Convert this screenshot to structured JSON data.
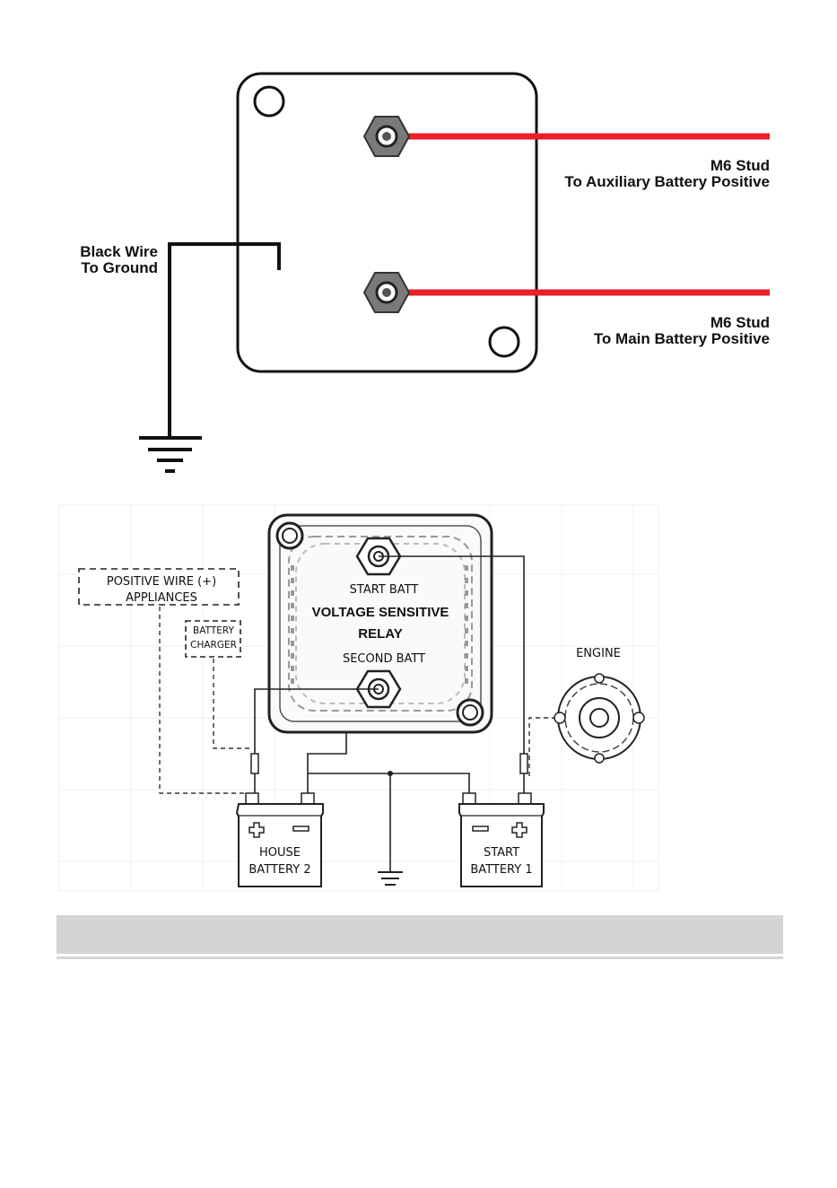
{
  "top_diagram": {
    "stud_aux_line1": "M6 Stud",
    "stud_aux_line2": "To Auxiliary Battery Positive",
    "stud_main_line1": "M6 Stud",
    "stud_main_line2": "To Main Battery Positive",
    "ground_line1": "Black Wire",
    "ground_line2": "To Ground"
  },
  "bottom_diagram": {
    "positive_wire_line1": "POSITIVE WIRE (+)",
    "positive_wire_line2": "APPLIANCES",
    "charger_line1": "BATTERY",
    "charger_line2": "CHARGER",
    "start_batt": "START BATT",
    "relay_line1": "VOLTAGE SENSITIVE",
    "relay_line2": "RELAY",
    "second_batt": "SECOND BATT",
    "engine": "ENGINE",
    "house_line1": "HOUSE",
    "house_line2": "BATTERY 2",
    "start_line1": "START",
    "start_line2": "BATTERY 1"
  },
  "colors": {
    "wire_positive": "#e8202a",
    "wire_ground": "#111111",
    "panel": "#d4d4d4"
  }
}
